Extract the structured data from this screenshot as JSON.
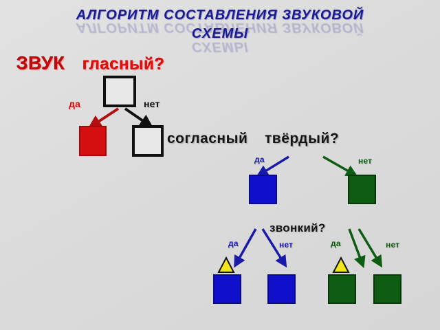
{
  "slide": {
    "background_color": "#dcdcdc",
    "title_line1": "АЛГОРИТМ  СОСТАВЛЕНИЯ  ЗВУКОВОЙ",
    "title_line2": "СХЕМЫ",
    "title_color": "#1b1b8f"
  },
  "palette": {
    "red": "#d50f0f",
    "blue": "#1010cc",
    "green": "#0d5c12",
    "yellow": "#f2e61a",
    "white": "#e8e8e8",
    "black": "#111111"
  },
  "questions": {
    "root_word": "ЗВУК",
    "q1": "гласный?",
    "q2_part1": "согласный",
    "q2_part2": "твёрдый?",
    "q3": "звонкий?"
  },
  "branch_labels": {
    "q1_yes": "да",
    "q1_no": "нет",
    "q2_yes": "да",
    "q2_no": "нет",
    "q3_blue_yes": "да",
    "q3_blue_no": "нет",
    "q3_green_yes": "да",
    "q3_green_no": "нет"
  },
  "nodes": [
    {
      "id": "root",
      "shape": "square",
      "fill": "#e8e8e8",
      "stroke": "#111111",
      "label": "sound-start-box"
    },
    {
      "id": "vowel",
      "shape": "square",
      "fill": "#d50f0f",
      "stroke": "#9c0606",
      "label": "vowel-red-box"
    },
    {
      "id": "consonant",
      "shape": "square",
      "fill": "#e8e8e8",
      "stroke": "#111111",
      "label": "consonant-white-box"
    },
    {
      "id": "hard",
      "shape": "square",
      "fill": "#1010cc",
      "stroke": "#0a0a8c",
      "label": "hard-blue-box"
    },
    {
      "id": "soft",
      "shape": "square",
      "fill": "#0d5c12",
      "stroke": "#07380b",
      "label": "soft-green-box"
    },
    {
      "id": "hard-voiced",
      "shape": "square",
      "fill": "#1010cc",
      "stroke": "#0a0a8c",
      "label": "hard-voiced-blue-box"
    },
    {
      "id": "hard-voiceless",
      "shape": "square",
      "fill": "#1010cc",
      "stroke": "#0a0a8c",
      "label": "hard-voiceless-blue-box"
    },
    {
      "id": "soft-voiced",
      "shape": "square",
      "fill": "#0d5c12",
      "stroke": "#07380b",
      "label": "soft-voiced-green-box"
    },
    {
      "id": "soft-voiceless",
      "shape": "square",
      "fill": "#0d5c12",
      "stroke": "#07380b",
      "label": "soft-voiceless-green-box"
    },
    {
      "id": "bell-hard",
      "shape": "triangle",
      "fill": "#f2e61a",
      "stroke": "#111111",
      "label": "voiced-bell-triangle-blue"
    },
    {
      "id": "bell-soft",
      "shape": "triangle",
      "fill": "#f2e61a",
      "stroke": "#111111",
      "label": "voiced-bell-triangle-green"
    }
  ],
  "arrows": [
    {
      "id": "root-to-vowel",
      "color": "#b01010"
    },
    {
      "id": "root-to-consonant",
      "color": "#111111"
    },
    {
      "id": "consonant-to-hard",
      "color": "#1a1aa8"
    },
    {
      "id": "consonant-to-soft",
      "color": "#0d5c12"
    },
    {
      "id": "hard-to-voiced",
      "color": "#1a1aa8"
    },
    {
      "id": "hard-to-voiceless",
      "color": "#1a1aa8"
    },
    {
      "id": "soft-to-voiced",
      "color": "#0d5c12"
    },
    {
      "id": "soft-to-voiceless",
      "color": "#0d5c12"
    }
  ]
}
